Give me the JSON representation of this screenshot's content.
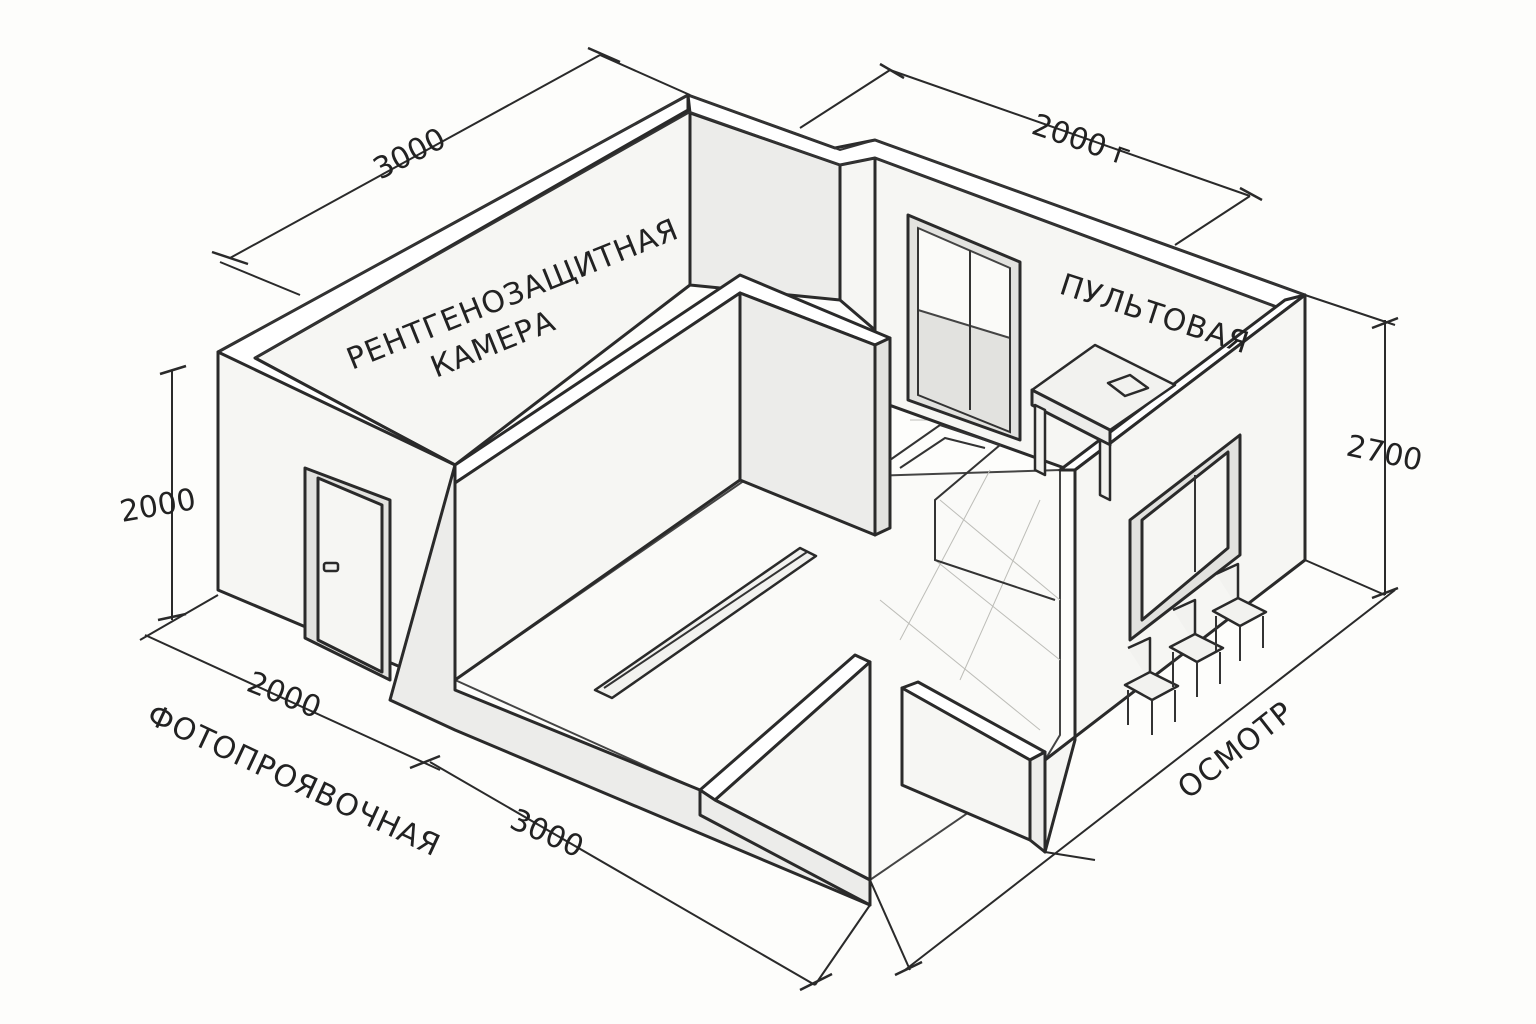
{
  "rooms": {
    "xray": [
      "РЕНТГЕНОЗАЩИТНАЯ",
      "КАМЕРА"
    ],
    "control": "ПУЛЬТОВАЯ",
    "darkroom": "ФОТОПРОЯВОЧНАЯ",
    "exam": "ОСМОТР"
  },
  "dimensions": {
    "top_left": "3000",
    "top_right": "2000 г",
    "left_height": "2000",
    "right_height": "2700",
    "bottom_left": "2000",
    "bottom_center": "3000"
  }
}
